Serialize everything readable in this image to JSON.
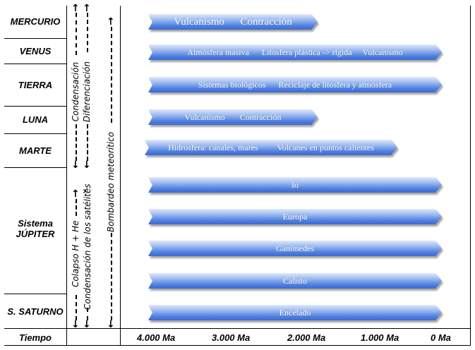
{
  "bodies": {
    "mercurio": "MERCURIO",
    "venus": "VENUS",
    "tierra": "TIERRA",
    "luna": "LUNA",
    "marte": "MARTE",
    "jupiter": "Sistema\nJÚPITER",
    "saturno": "S. SATURNO"
  },
  "processes": {
    "mercurio": "Vulcanismo      Contracción",
    "venus": "Atmósfera masiva      Litosfera plástica -> rígida     Vulcanismo",
    "tierra": "Sistemas biológicos      Reciclaje de litosfera y atmósfera",
    "luna": "Vulcanismo       Contracción",
    "marte": "Hidrosfera: canales, mares         Volcanes en puntos calientes",
    "io": "Io",
    "europa": "Europa",
    "ganimedes": "Ganímedes",
    "calisto": "Calisto",
    "encelado": "Encélado"
  },
  "vertical_labels": {
    "condensacion": "Condensación",
    "diferenciacion": "Diferenciación",
    "colapso": "Colapso H + He",
    "condensacion_satelites": "Condensación de los satélites",
    "bombardeo": "Bombardeo meteorítico"
  },
  "time_axis": {
    "label": "Tiempo",
    "ticks": [
      "4.000 Ma",
      "3.000 Ma",
      "2.000 Ma",
      "1.000 Ma",
      "0 Ma"
    ]
  }
}
